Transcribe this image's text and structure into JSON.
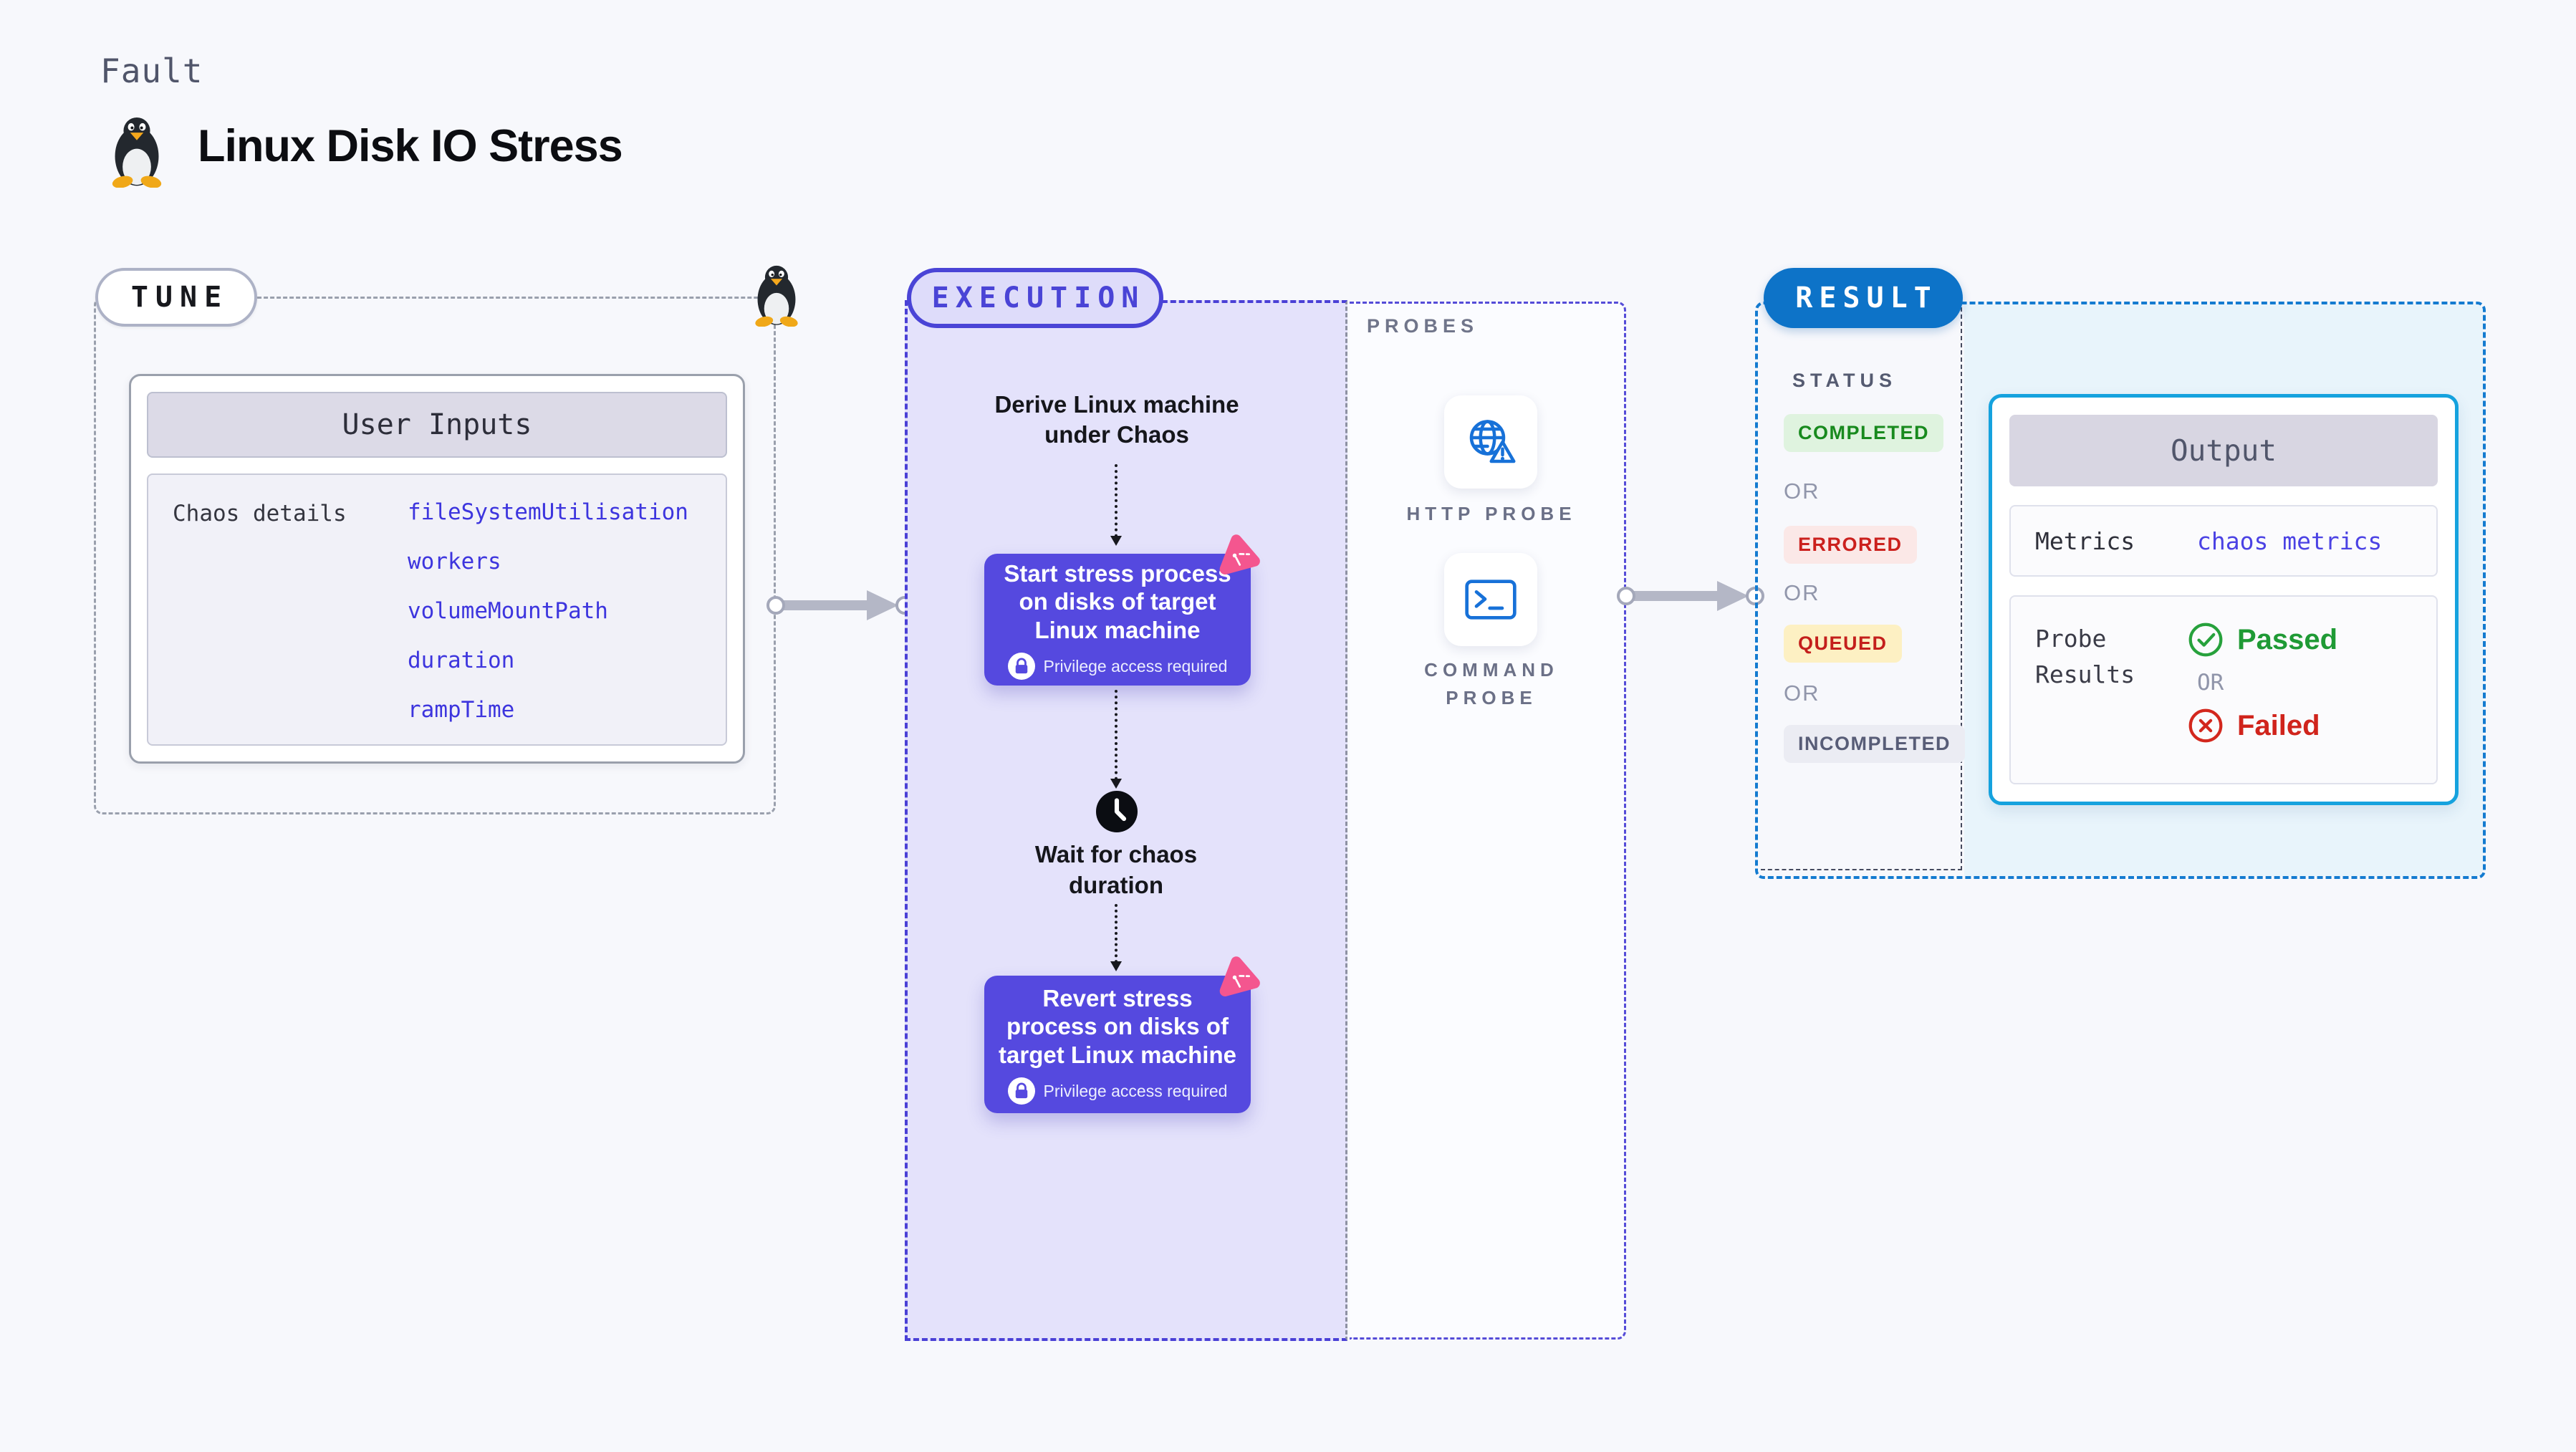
{
  "page": {
    "kind_label": "Fault",
    "title": "Linux Disk IO Stress"
  },
  "tune": {
    "badge": "TUNE",
    "card_title": "User Inputs",
    "row_label": "Chaos details",
    "inputs": [
      "fileSystemUtilisation",
      "workers",
      "volumeMountPath",
      "duration",
      "rampTime"
    ]
  },
  "execution": {
    "badge": "EXECUTION",
    "derive_step": "Derive Linux machine under Chaos",
    "node1": "Start stress process on disks of target Linux machine",
    "privilege": "Privilege access required",
    "wait_step": "Wait for chaos duration",
    "node2": "Revert stress process on disks of target Linux machine"
  },
  "probes": {
    "label": "PROBES",
    "items": [
      {
        "label": "HTTP PROBE",
        "icon": "globe-alert-icon"
      },
      {
        "label": "COMMAND PROBE",
        "icon": "terminal-icon"
      }
    ]
  },
  "result": {
    "badge": "RESULT",
    "status_label": "STATUS",
    "or_label": "OR",
    "statuses": [
      {
        "label": "COMPLETED",
        "fg": "#188a1e",
        "bg": "#dff3df"
      },
      {
        "label": "ERRORED",
        "fg": "#cb201d",
        "bg": "#fbe8e7"
      },
      {
        "label": "QUEUED",
        "fg": "#c41f1c",
        "bg": "#fdf0c3"
      },
      {
        "label": "INCOMPLETED",
        "fg": "#585d77",
        "bg": "#ebecf3"
      }
    ],
    "output": {
      "title": "Output",
      "metrics_label": "Metrics",
      "metrics_value": "chaos metrics",
      "probe_results_label": "Probe Results",
      "passed": "Passed",
      "or_label": "OR",
      "failed": "Failed"
    }
  },
  "colors": {
    "page_bg": "#f7f8fc",
    "accent_indigo": "#4a44d6",
    "node_purple": "#5549df",
    "execution_bg": "#e4e2fb",
    "result_blue": "#0d73c8",
    "result_dash": "#147bd0",
    "output_border": "#15a2de",
    "output_bg": "#e8f4fb",
    "probe_icon_blue": "#1771d8",
    "passed_green": "#1f9a35",
    "failed_red": "#d0241c",
    "pink_badge": "#f4568f",
    "connector_gray": "#b4b7c6"
  }
}
